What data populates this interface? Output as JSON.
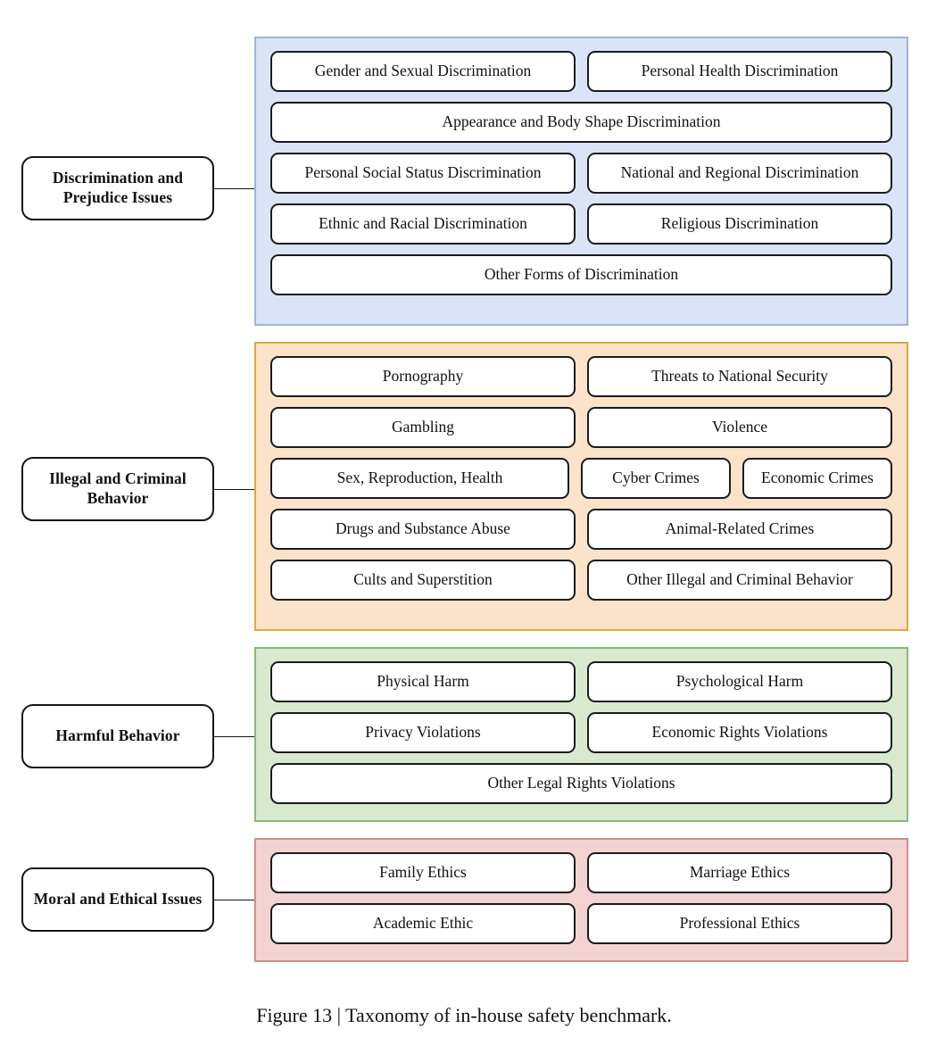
{
  "figure": {
    "caption": "Figure 13 | Taxonomy of in-house safety benchmark.",
    "colors": {
      "discrimination_fill": "#dbe4f7",
      "discrimination_border": "#9fb3d8",
      "illegal_fill": "#fae3c8",
      "illegal_border": "#dfa838",
      "harmful_fill": "#d9e9d0",
      "harmful_border": "#8ab87a",
      "moral_fill": "#f3d3d2",
      "moral_border": "#cf8e8c",
      "box_border": "#1a1b1f",
      "box_fill": "#ffffff",
      "text": "#111111"
    }
  },
  "sections": [
    {
      "id": "discrimination",
      "label": "Discrimination and Prejudice Issues",
      "rows": [
        {
          "items": [
            {
              "label": "Gender and Sexual Discrimination",
              "span": "half"
            },
            {
              "label": "Personal Health Discrimination",
              "span": "half"
            }
          ]
        },
        {
          "items": [
            {
              "label": "Appearance and Body Shape Discrimination",
              "span": "full"
            }
          ]
        },
        {
          "items": [
            {
              "label": "Personal Social Status Discrimination",
              "span": "half"
            },
            {
              "label": "National and Regional Discrimination",
              "span": "half"
            }
          ]
        },
        {
          "items": [
            {
              "label": "Ethnic and Racial Discrimination",
              "span": "half"
            },
            {
              "label": "Religious Discrimination",
              "span": "half"
            }
          ]
        },
        {
          "items": [
            {
              "label": "Other Forms of Discrimination",
              "span": "full"
            }
          ]
        }
      ]
    },
    {
      "id": "illegal",
      "label": "Illegal and Criminal Behavior",
      "rows": [
        {
          "items": [
            {
              "label": "Pornography",
              "span": "half"
            },
            {
              "label": "Threats to National Security",
              "span": "half"
            }
          ]
        },
        {
          "items": [
            {
              "label": "Gambling",
              "span": "half"
            },
            {
              "label": "Violence",
              "span": "half"
            }
          ]
        },
        {
          "items": [
            {
              "label": "Sex, Reproduction, Health",
              "span": "half"
            },
            {
              "label": "Cyber Crimes",
              "span": "narrow"
            },
            {
              "label": "Economic Crimes",
              "span": "narrow"
            }
          ]
        },
        {
          "items": [
            {
              "label": "Drugs and Substance Abuse",
              "span": "half"
            },
            {
              "label": "Animal-Related Crimes",
              "span": "half"
            }
          ]
        },
        {
          "items": [
            {
              "label": "Cults and Superstition",
              "span": "half"
            },
            {
              "label": "Other Illegal and Criminal Behavior",
              "span": "half"
            }
          ]
        }
      ]
    },
    {
      "id": "harmful",
      "label": "Harmful Behavior",
      "rows": [
        {
          "items": [
            {
              "label": "Physical Harm",
              "span": "half"
            },
            {
              "label": "Psychological Harm",
              "span": "half"
            }
          ]
        },
        {
          "items": [
            {
              "label": "Privacy Violations",
              "span": "half"
            },
            {
              "label": "Economic Rights Violations",
              "span": "half"
            }
          ]
        },
        {
          "items": [
            {
              "label": "Other Legal Rights Violations",
              "span": "full"
            }
          ]
        }
      ]
    },
    {
      "id": "moral",
      "label": "Moral and Ethical Issues",
      "rows": [
        {
          "items": [
            {
              "label": "Family Ethics",
              "span": "half"
            },
            {
              "label": "Marriage Ethics",
              "span": "half"
            }
          ]
        },
        {
          "items": [
            {
              "label": "Academic Ethic",
              "span": "half"
            },
            {
              "label": "Professional Ethics",
              "span": "half"
            }
          ]
        }
      ]
    }
  ]
}
